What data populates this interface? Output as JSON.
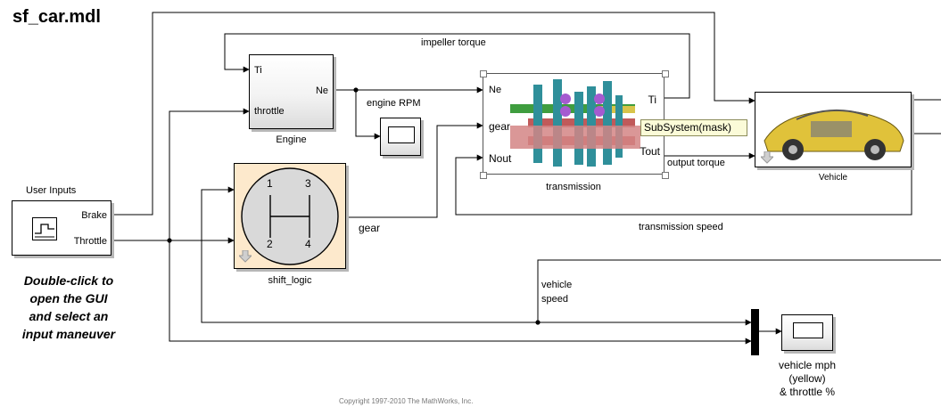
{
  "title": "sf_car.mdl",
  "blocks": {
    "engine": {
      "label": "Engine",
      "port_ti": "Ti",
      "port_throttle": "throttle",
      "port_ne": "Ne"
    },
    "user_inputs": {
      "label": "User Inputs",
      "port_brake": "Brake",
      "port_throttle": "Throttle"
    },
    "shift_logic": {
      "label": "shift_logic",
      "gear_1": "1",
      "gear_2": "2",
      "gear_3": "3",
      "gear_4": "4"
    },
    "transmission": {
      "label": "transmission",
      "port_ne": "Ne",
      "port_gear": "gear",
      "port_nout": "Nout",
      "port_ti": "Ti",
      "port_tout": "Tout"
    },
    "vehicle": {
      "label": "Vehicle"
    },
    "engine_rpm_scope": {
      "label": "engine RPM"
    },
    "vehicle_scope": {
      "label_line1": "vehicle mph",
      "label_line2": "(yellow)",
      "label_line3": "& throttle %"
    }
  },
  "signals": {
    "impeller_torque": "impeller torque",
    "gear": "gear",
    "output_torque": "output torque",
    "transmission_speed": "transmission speed",
    "vehicle_speed_line1": "vehicle",
    "vehicle_speed_line2": "speed"
  },
  "tooltip": "SubSystem(mask)",
  "note": {
    "line1": "Double-click to",
    "line2": "open the GUI",
    "line3": "and select an",
    "line4": "input maneuver"
  },
  "copyright": "Copyright 1997-2010 The MathWorks, Inc."
}
